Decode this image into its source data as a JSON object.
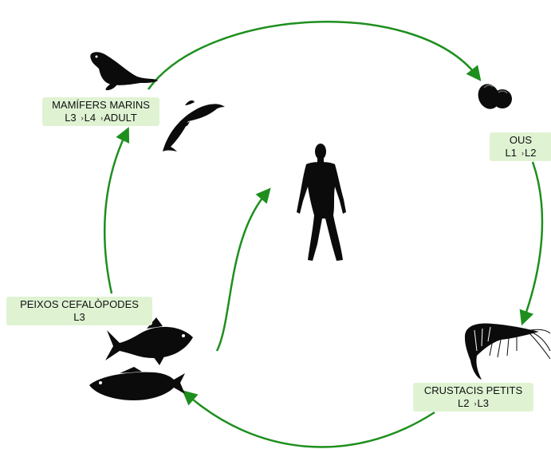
{
  "colors": {
    "arrow": "#1e8f1e",
    "label_bg": "#dff3d3",
    "silhouette": "#0b0b0b"
  },
  "stages": {
    "mammals": {
      "title": "MAMÍFERS MARINS",
      "s1": "L3",
      "s2": "L4",
      "s3": "ADULT",
      "sep": "›"
    },
    "eggs": {
      "title": "OUS",
      "s1": "L1",
      "s2": "L2",
      "sep": "›"
    },
    "crustaceans": {
      "title": "CRUSTACIS PETITS",
      "s1": "L2",
      "s2": "L3",
      "sep": "›"
    },
    "fish": {
      "title": "PEIXOS CEFALÒPODES",
      "s1": "L3"
    }
  },
  "icons": [
    "seal-icon",
    "dolphin-icon",
    "eggs-icon",
    "shrimp-icon",
    "tuna-icon",
    "fish-icon",
    "human-icon"
  ]
}
